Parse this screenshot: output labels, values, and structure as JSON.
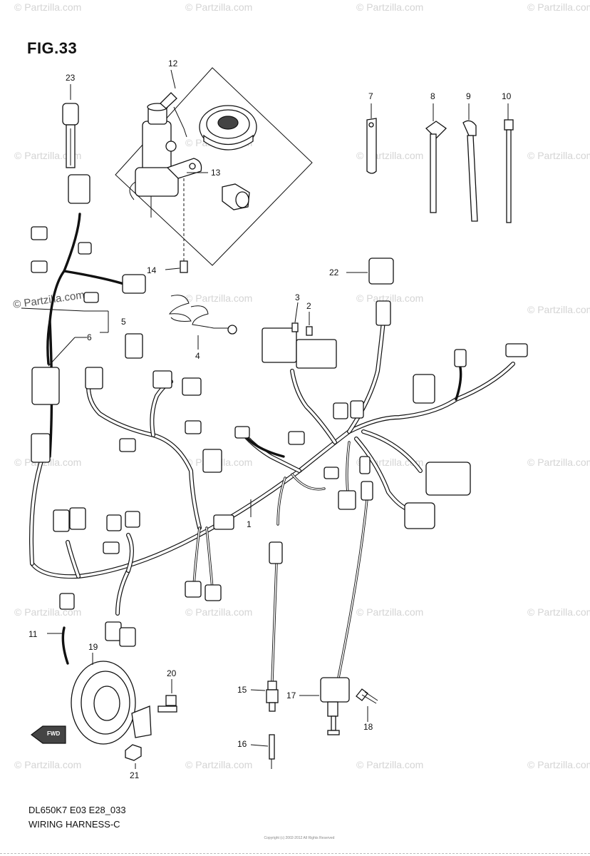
{
  "figure": {
    "title": "FIG.33"
  },
  "footer": {
    "model_code": "DL650K7 E03 E28_033",
    "caption": "WIRING HARNESS-C",
    "copyright": "Copyright (c) 2002-2012 All Rights Reserved"
  },
  "watermark": {
    "text": "© Partzilla.com",
    "highlight": "© Partzilla.com"
  },
  "callouts": [
    "1",
    "2",
    "3",
    "4",
    "5",
    "6",
    "7",
    "8",
    "9",
    "10",
    "11",
    "12",
    "13",
    "14",
    "15",
    "16",
    "17",
    "18",
    "19",
    "20",
    "21",
    "22",
    "23"
  ],
  "fwd_label": "FWD"
}
